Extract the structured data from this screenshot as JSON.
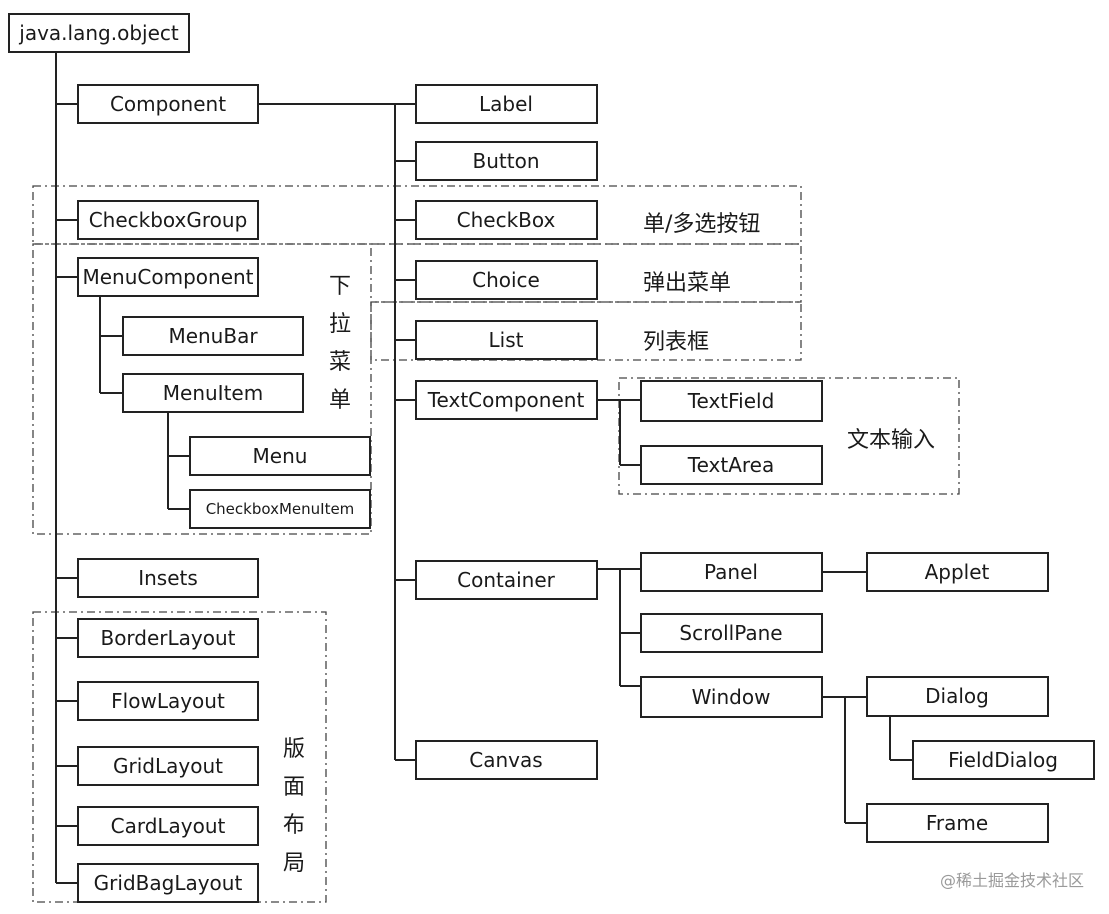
{
  "diagram": {
    "root": "java.lang.object",
    "component": "Component",
    "checkbox_group": "CheckboxGroup",
    "menu_component": "MenuComponent",
    "menu_bar": "MenuBar",
    "menu_item": "MenuItem",
    "menu": "Menu",
    "checkbox_menu_item": "CheckboxMenuItem",
    "insets": "Insets",
    "border_layout": "BorderLayout",
    "flow_layout": "FlowLayout",
    "grid_layout": "GridLayout",
    "card_layout": "CardLayout",
    "grid_bag_layout": "GridBagLayout",
    "label": "Label",
    "button": "Button",
    "checkbox": "CheckBox",
    "choice": "Choice",
    "list": "List",
    "text_component": "TextComponent",
    "text_field": "TextField",
    "text_area": "TextArea",
    "container": "Container",
    "panel": "Panel",
    "applet": "Applet",
    "scroll_pane": "ScrollPane",
    "window": "Window",
    "dialog": "Dialog",
    "field_dialog": "FieldDialog",
    "frame": "Frame",
    "canvas": "Canvas"
  },
  "annotations": {
    "radio_buttons": "单/多选按钮",
    "popup_menu": "弹出菜单",
    "list_box": "列表框",
    "text_input": "文本输入",
    "dropdown_menu": "下拉菜单",
    "page_layout": "版面布局"
  },
  "watermark": "@稀土掘金技术社区"
}
